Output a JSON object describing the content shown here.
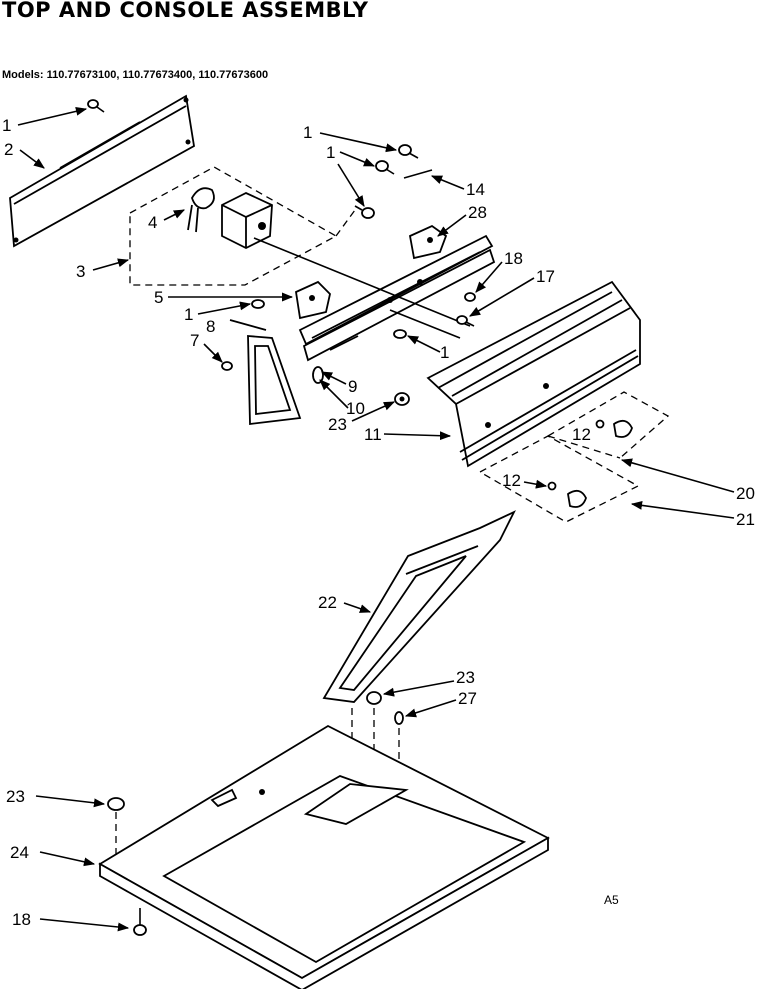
{
  "title": "TOP AND CONSOLE ASSEMBLY",
  "models": "Models: 110.77673100, 110.77673400, 110.77673600",
  "watermark": "A5",
  "callouts": {
    "c1a": "1",
    "c2": "2",
    "c3": "3",
    "c4": "4",
    "c1b": "1",
    "c1c": "1",
    "c14": "14",
    "c28": "28",
    "c18a": "18",
    "c17": "17",
    "c5": "5",
    "c1d": "1",
    "c8": "8",
    "c7": "7",
    "c1e": "1",
    "c9": "9",
    "c10": "10",
    "c23a": "23",
    "c11": "11",
    "c12a": "12",
    "c12b": "12",
    "c20": "20",
    "c21": "21",
    "c22": "22",
    "c23b": "23",
    "c27": "27",
    "c23c": "23",
    "c24": "24",
    "c18b": "18"
  }
}
